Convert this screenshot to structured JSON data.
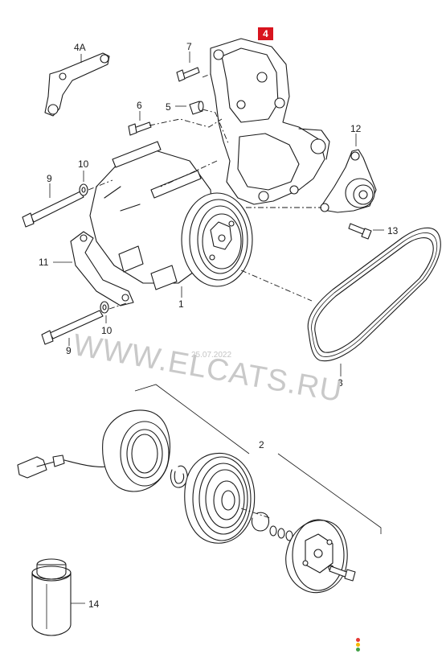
{
  "badge": {
    "text": "4",
    "color": "#d8141e"
  },
  "watermark": {
    "text": "WWW.ELCATS.RU",
    "date": "25.07.2022"
  },
  "labels": {
    "l4a": "4A",
    "l7": "7",
    "l5": "5",
    "l6": "6",
    "l12": "12",
    "l10a": "10",
    "l9a": "9",
    "l11": "11",
    "l1": "1",
    "l13": "13",
    "l10b": "10",
    "l9b": "9",
    "l3": "3",
    "l2": "2",
    "l14": "14"
  },
  "status_dots": [
    "#e53935",
    "#f5b800",
    "#43a047"
  ]
}
